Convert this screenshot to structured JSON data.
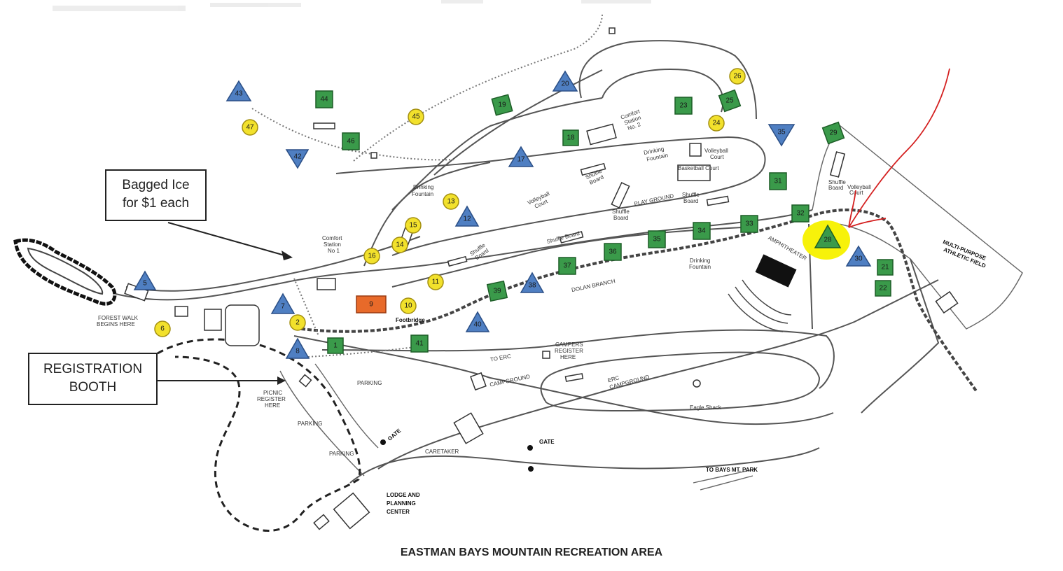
{
  "map_title": "EASTMAN BAYS MOUNTAIN RECREATION AREA",
  "callouts": {
    "bagged_ice": [
      "Bagged Ice",
      "for $1 each"
    ],
    "registration": [
      "REGISTRATION",
      "BOOTH"
    ]
  },
  "labels": {
    "forest_walk": [
      "FOREST WALK",
      "BEGINS HERE"
    ],
    "comfort_station_1": [
      "Comfort",
      "Station",
      "No 1"
    ],
    "comfort_station_2": [
      "Comfort",
      "Station",
      "No. 2"
    ],
    "drinking_fountain_1": [
      "Drinking",
      "Fountain"
    ],
    "drinking_fountain_2": [
      "Drinking",
      "Fountain"
    ],
    "drinking_fountain_3": [
      "Drinking",
      "Fountain"
    ],
    "shuffle_board_1": [
      "Shuffle",
      "Board"
    ],
    "shuffle_board_2": "Shuffle Board",
    "shuffle_board_3": [
      "Shuffle",
      "Board"
    ],
    "shuffle_board_4": [
      "Shuffle",
      "Board"
    ],
    "shuffle_board_5": [
      "Shuffle",
      "Board"
    ],
    "shuffle_board_6": [
      "Shuffle",
      "Board"
    ],
    "volleyball_court_1": [
      "Volleyball",
      "Court"
    ],
    "volleyball_court_2": [
      "Volleyball",
      "Court"
    ],
    "volleyball_court_3": [
      "Volleyball",
      "Court"
    ],
    "basketball_court": "Basketball Court",
    "play_ground": "PLAY GROUND",
    "footbridge": "Footbridge",
    "dolan_branch": "DOLAN BRANCH",
    "amphitheater": "AMPHITHEATER",
    "multi_purpose": [
      "MULTI-PURPOSE",
      "ATHLETIC FIELD"
    ],
    "parking_1": "PARKING",
    "parking_2": "PARKING",
    "parking_3": "PARKING",
    "picnic_register": [
      "PICNIC",
      "REGISTER",
      "HERE"
    ],
    "to_erc": "TO ERC",
    "campers_register": [
      "CAMPERS",
      "REGISTER",
      "HERE"
    ],
    "campground": "CAMPGROUND",
    "erc_campground": [
      "ERC",
      "CAMPGROUND"
    ],
    "eagle_shack": "Eagle Shack",
    "gate_1": "GATE",
    "gate_2": "GATE",
    "caretaker": "CARETAKER",
    "lodge": [
      "LODGE AND",
      "PLANNING",
      "CENTER"
    ],
    "to_bays_mt": "TO BAYS MT. PARK"
  },
  "legend_colors": {
    "square_site": "#3a9a4a",
    "triangle_site": "#4f7fc2",
    "circle_site": "#f2e12c",
    "orange_site": "#e86a2a",
    "highlight": "#f7f20a",
    "annotation_arrow": "#d42020"
  },
  "sites": {
    "squares": [
      "1",
      "9",
      "18",
      "19",
      "21",
      "22",
      "23",
      "25",
      "29",
      "31",
      "32",
      "33",
      "34",
      "35",
      "36",
      "37",
      "39",
      "41",
      "44",
      "46"
    ],
    "triangles": [
      "5",
      "7",
      "8",
      "12",
      "17",
      "20",
      "28",
      "30",
      "38",
      "40",
      "42",
      "43"
    ],
    "circles": [
      "2",
      "6",
      "10",
      "11",
      "13",
      "14",
      "15",
      "16",
      "24",
      "26",
      "45",
      "47"
    ],
    "highlighted": "28"
  }
}
